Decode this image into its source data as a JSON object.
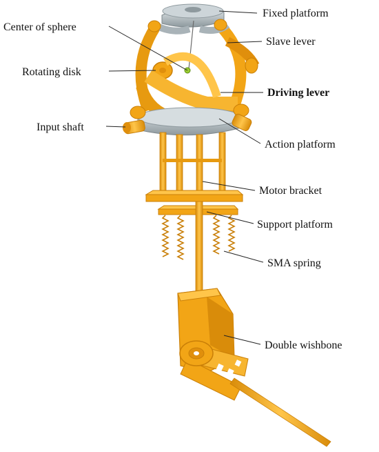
{
  "labels": {
    "fixed_platform": "Fixed platform",
    "center_of_sphere": "Center of sphere",
    "slave_lever": "Slave lever",
    "rotating_disk": "Rotating disk",
    "driving_lever": "Driving lever",
    "input_shaft": "Input shaft",
    "action_platform": "Action platform",
    "motor_bracket": "Motor bracket",
    "support_platform": "Support platform",
    "sma_spring": "SMA spring",
    "double_wishbone": "Double wishbone"
  },
  "colors": {
    "orange": "#f2a516",
    "orange_light": "#ffc54a",
    "orange_dark": "#c97f08",
    "gray": "#a9b3b8",
    "gray_light": "#d6dde0",
    "gray_dark": "#7d878c"
  }
}
